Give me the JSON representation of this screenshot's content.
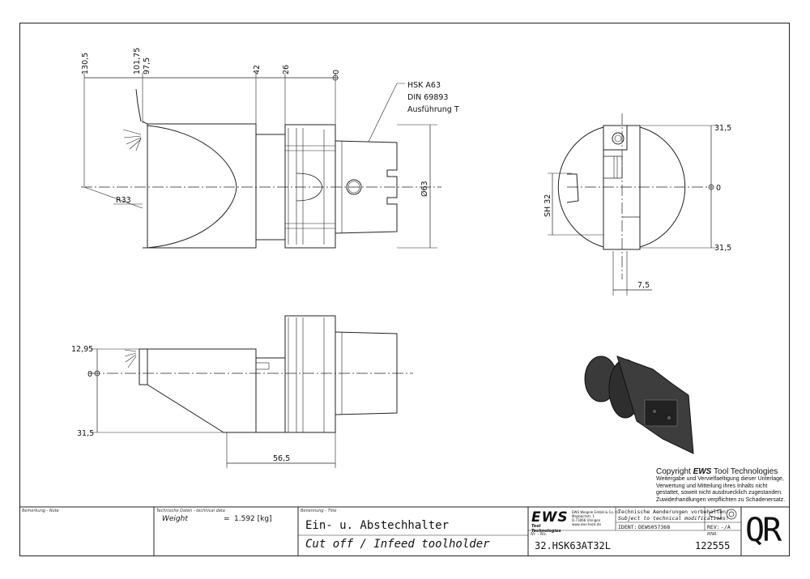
{
  "drawing": {
    "front_view": {
      "dims_top": [
        "130,5",
        "101,75",
        "97,5",
        "42",
        "26",
        "0"
      ],
      "radius": "R33",
      "diameter": "Ø63",
      "callout": [
        "HSK A63",
        "DIN 69893",
        "Ausführung T"
      ]
    },
    "side_view": {
      "dims_right": [
        "31,5",
        "0",
        "31,5"
      ],
      "sh": "SH 32",
      "width": "7,5"
    },
    "top_view": {
      "dims_left": [
        "12,95",
        "0",
        "31,5"
      ],
      "length": "56,5"
    }
  },
  "copyright": {
    "line1_prefix": "Copyright ",
    "line1_brand": "EWS",
    "line1_suffix": " Tool Technologies",
    "lines": [
      "Weitergabe und Vervielfaeltigung dieser Unterlage,",
      "Verwertung und Mitteilung ihres Inhalts nicht",
      "gestattet, soweit nicht ausdruecklich zugestanden.",
      "Zuwiderhandlungen verpflichten zu Schadenersatz."
    ]
  },
  "title_block": {
    "note_label": "Bemerkung - Note",
    "tech_label": "Technische Daten - technical data",
    "weight_label": "Weight",
    "weight_eq": "=",
    "weight_value": "1.592 [kg]",
    "title_label": "Benennung - Title",
    "title_de": "Ein- u. Abstechhalter",
    "title_en": "Cut off / Infeed toolholder",
    "logo_text": "EWS",
    "logo_sub": "Tool Technologies",
    "company": [
      "EWS Weigele GmbH & Co. KG",
      "Maybachstr. 1",
      "D-73066 Uhingen",
      "www.ews-tools.de"
    ],
    "change_de": "Technische Aenderungen vorbehalten!",
    "change_en": "Subject to technical modifications!",
    "ident_label": "IDENT:",
    "ident_value": "DEWS057368",
    "rev_label": "REV:",
    "rev_value": "-/A",
    "nr_label": "Nr. - No.",
    "nr_value": "32.HSK63AT32L",
    "mnr_label": "MNR:",
    "mnr_value": "122555",
    "qr": "QR"
  }
}
